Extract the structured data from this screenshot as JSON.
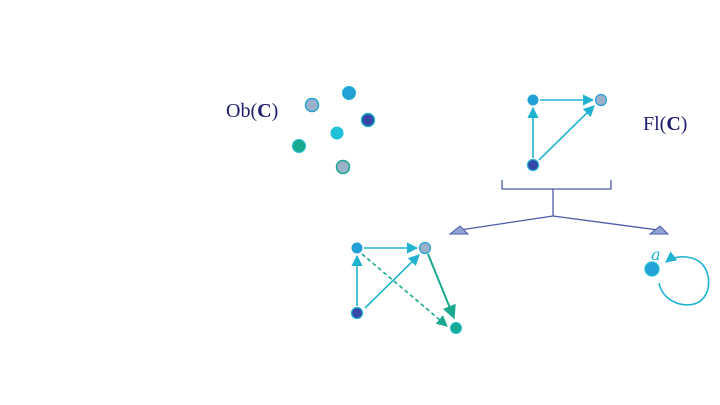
{
  "labels": {
    "objects_prefix": "Ob(",
    "objects_bold": "C",
    "objects_suffix": ")",
    "arrows_prefix": "Fl(",
    "arrows_bold": "C",
    "arrows_suffix": ")",
    "loop_label": "a"
  },
  "colors": {
    "text": "#1f1f6e",
    "arrow": "#1fb3d1",
    "teal": "#1aa98f",
    "bracket": "#4a5aa8",
    "triangle_fill": "#8fa3d6",
    "node_cyan": "#20c0d8",
    "node_blue": "#23a0d6",
    "node_dark": "#3548a8",
    "node_grey": "#9bb0c9",
    "node_teal": "#1aa98f"
  }
}
